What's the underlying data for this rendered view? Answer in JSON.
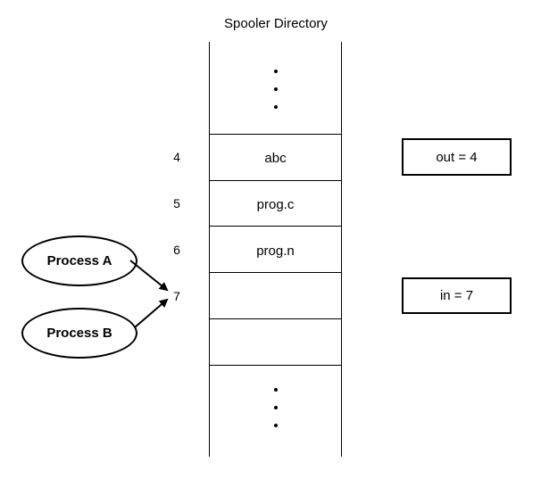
{
  "title": "Spooler Directory",
  "slots": [
    {
      "index": "4",
      "value": "abc"
    },
    {
      "index": "5",
      "value": "prog.c"
    },
    {
      "index": "6",
      "value": "prog.n"
    },
    {
      "index": "7",
      "value": ""
    }
  ],
  "pointers": {
    "out": "out = 4",
    "in": "in = 7"
  },
  "processes": {
    "a": "Process A",
    "b": "Process B"
  }
}
